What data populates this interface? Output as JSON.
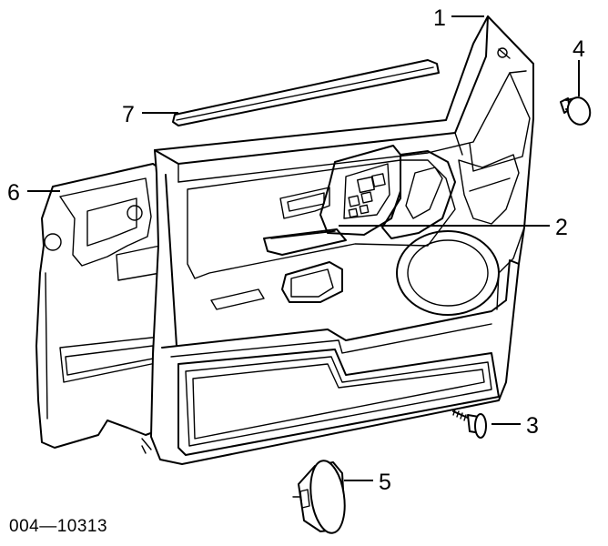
{
  "diagram": {
    "callouts": {
      "c1": "1",
      "c2": "2",
      "c3": "3",
      "c4": "4",
      "c5": "5",
      "c6": "6",
      "c7": "7"
    },
    "part_number": "004—10313"
  }
}
